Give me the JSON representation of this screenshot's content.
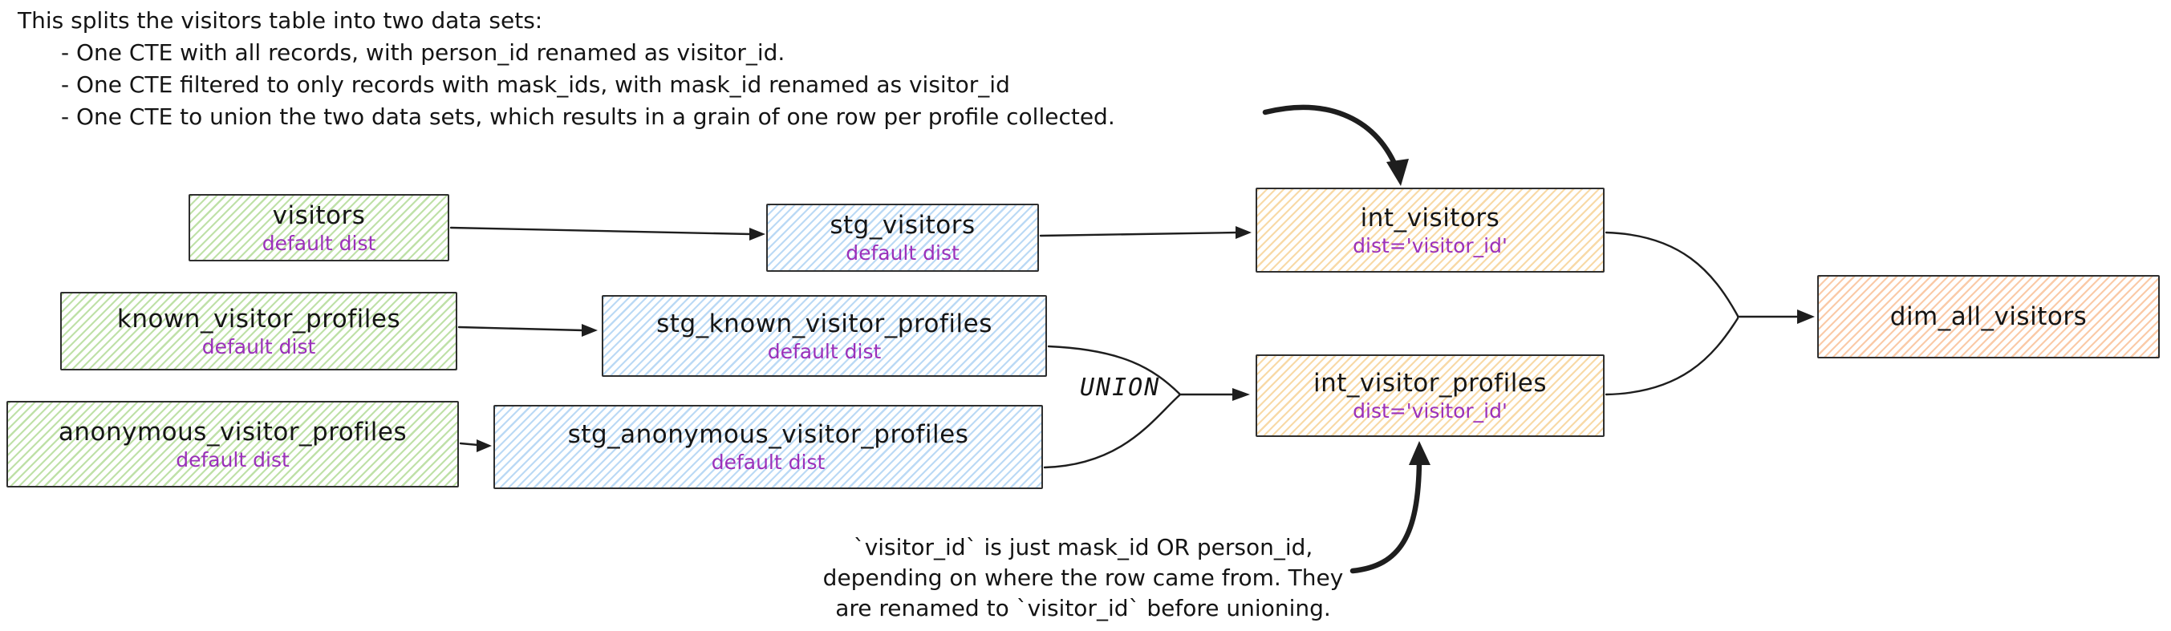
{
  "diagram": {
    "top_note": {
      "intro": "This splits the visitors table into two data sets:",
      "bullets": [
        "- One CTE with all records, with person_id renamed as visitor_id.",
        "- One CTE filtered to only records with mask_ids, with mask_id renamed as visitor_id",
        "- One CTE to union the two data sets, which results in a grain of one row per profile collected."
      ]
    },
    "bottom_note": {
      "lines": [
        "`visitor_id` is just mask_id OR person_id,",
        "depending on where the row came from. They",
        "are renamed to `visitor_id` before unioning."
      ]
    },
    "union_label": "UNION",
    "nodes": {
      "visitors": {
        "title": "visitors",
        "subtitle": "default dist"
      },
      "stg_visitors": {
        "title": "stg_visitors",
        "subtitle": "default dist"
      },
      "int_visitors": {
        "title": "int_visitors",
        "subtitle": "dist='visitor_id'"
      },
      "known_visitor_profiles": {
        "title": "known_visitor_profiles",
        "subtitle": "default dist"
      },
      "stg_known_visitor_profiles": {
        "title": "stg_known_visitor_profiles",
        "subtitle": "default dist"
      },
      "anonymous_visitor_profiles": {
        "title": "anonymous_visitor_profiles",
        "subtitle": "default dist"
      },
      "stg_anonymous_visitor_profiles": {
        "title": "stg_anonymous_visitor_profiles",
        "subtitle": "default dist"
      },
      "int_visitor_profiles": {
        "title": "int_visitor_profiles",
        "subtitle": "dist='visitor_id'"
      },
      "dim_all_visitors": {
        "title": "dim_all_visitors"
      }
    },
    "colors": {
      "source_fill": "#b2f2bb",
      "staging_fill": "#a5d8ff",
      "intermediate_fill": "#ffd8a8",
      "mart_fill": "#ffc078",
      "subtitle_text": "#9b30ba",
      "stroke": "#1e1e1e"
    }
  }
}
